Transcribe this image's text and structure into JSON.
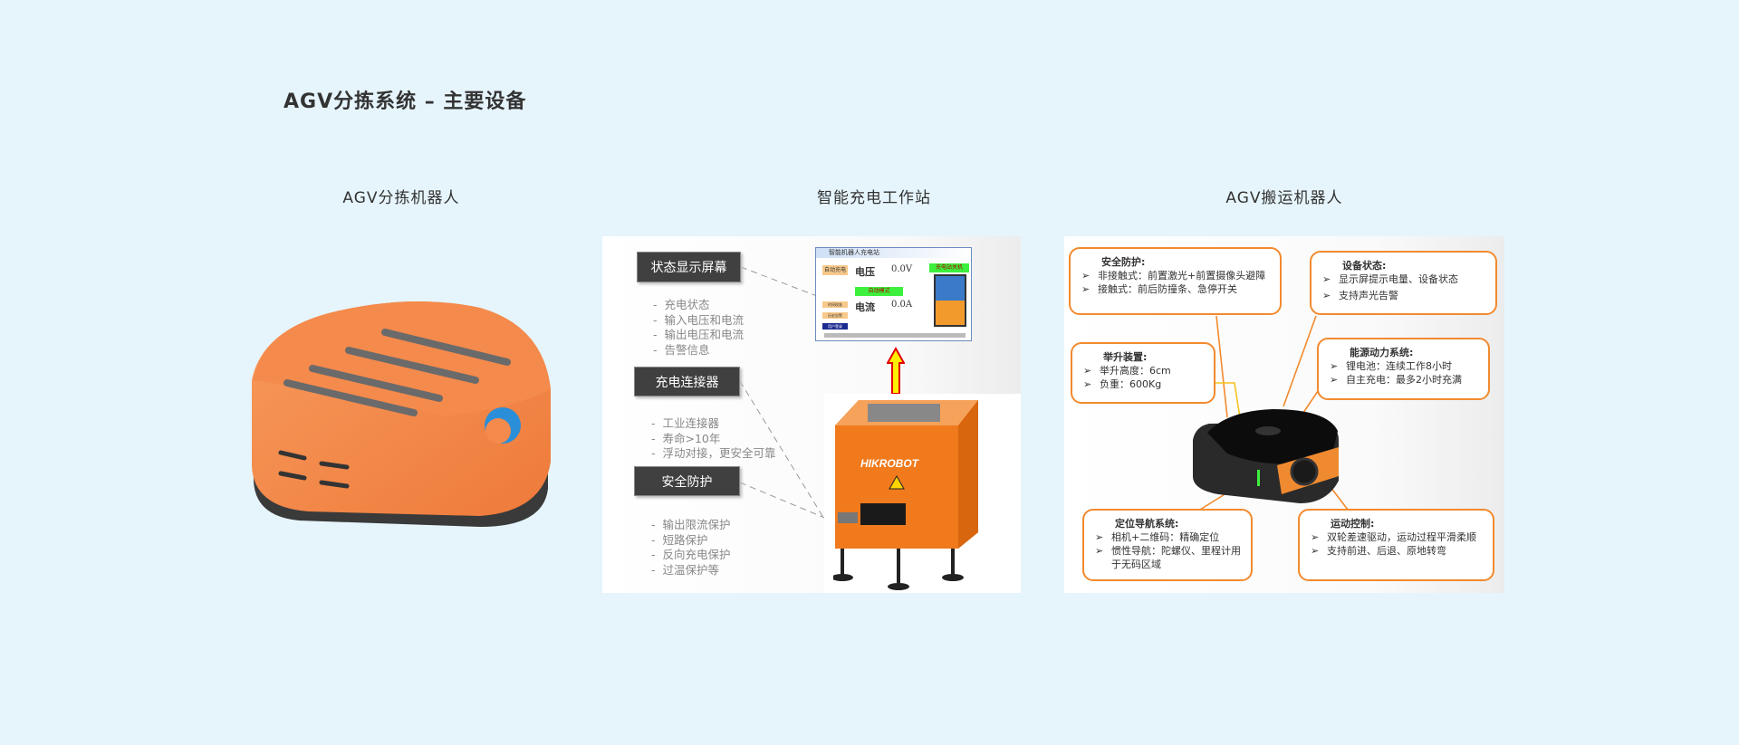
{
  "title": "AGV分拣系统 – 主要设备",
  "sections": [
    {
      "heading": "AGV分拣机器人"
    },
    {
      "heading": "智能充电工作站",
      "callouts": [
        {
          "label": "状态显示屏幕",
          "bullets": [
            "充电状态",
            "输入电压和电流",
            "输出电压和电流",
            "告警信息"
          ]
        },
        {
          "label": "充电连接器",
          "bullets": [
            "工业连接器",
            "寿命>10年",
            "浮动对接，更安全可靠"
          ]
        },
        {
          "label": "安全防护",
          "bullets": [
            "输出限流保护",
            "短路保护",
            "反向充电保护",
            "过温保护等"
          ]
        }
      ],
      "screen": {
        "title": "智能机器人充电站",
        "mode_button": "自动充电",
        "voltage_label": "电压",
        "voltage_value": "0.0V",
        "current_label": "电流",
        "current_value": "0.0A",
        "auto_mode": "自动模式",
        "status": "充电站关机",
        "btn_time": "时间校准",
        "btn_history": "历史告警",
        "btn_user": "用户登录"
      },
      "brand": "HIKROBOT"
    },
    {
      "heading": "AGV搬运机器人",
      "boxes": [
        {
          "title": "安全防护:",
          "items": [
            "非接触式：前置激光+前置摄像头避障",
            "接触式：前后防撞条、急停开关"
          ]
        },
        {
          "title": "设备状态:",
          "items": [
            "显示屏提示电量、设备状态",
            "支持声光告警"
          ]
        },
        {
          "title": "举升装置:",
          "items": [
            "举升高度：6cm",
            "负重：600Kg"
          ]
        },
        {
          "title": "能源动力系统:",
          "items": [
            "锂电池：连续工作8小时",
            "自主充电：最多2小时充满"
          ]
        },
        {
          "title": "定位导航系统:",
          "items": [
            "相机+二维码：精确定位",
            "惯性导航：陀螺仪、里程计用于无码区域"
          ]
        },
        {
          "title": "运动控制:",
          "items": [
            "双轮差速驱动，运动过程平滑柔顺",
            "支持前进、后退、原地转弯"
          ]
        }
      ]
    }
  ],
  "colors": {
    "background": "#e6f5fc",
    "orange": "#f28a2e",
    "label_bg": "#404040"
  }
}
